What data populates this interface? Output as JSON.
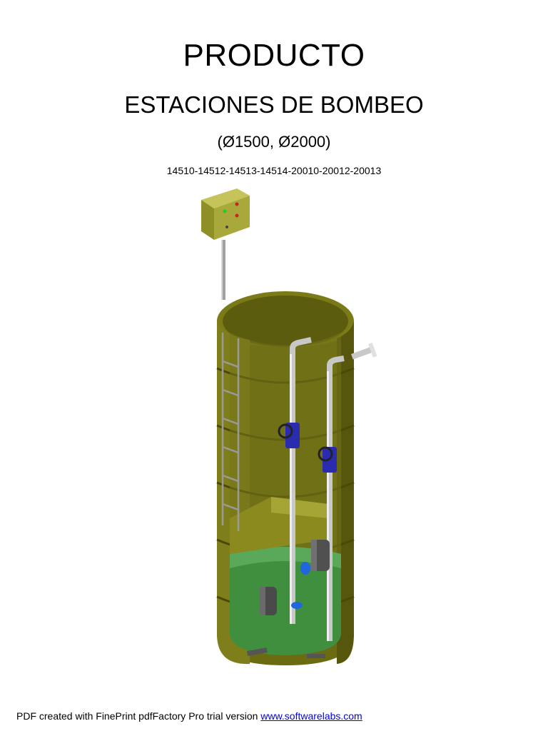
{
  "document": {
    "title": "PRODUCTO",
    "subtitle": "ESTACIONES DE BOMBEO",
    "diameters": "(Ø1500, Ø2000)",
    "product_codes": "14510-14512-14513-14514-20010-20012-20013"
  },
  "illustration": {
    "name": "pumping-station-3d-cutaway",
    "colors": {
      "tank": "#6b6b12",
      "tank_light": "#8a8a1f",
      "control_box": "#a6a63a",
      "pipes": "#c8c8c8",
      "valves": "#2b2bb0",
      "pump": "#4a4a4a",
      "water": "#3f8f3f"
    }
  },
  "footer": {
    "text": "PDF created with FinePrint pdfFactory Pro trial version ",
    "link_text": "www.softwarelabs.com"
  }
}
